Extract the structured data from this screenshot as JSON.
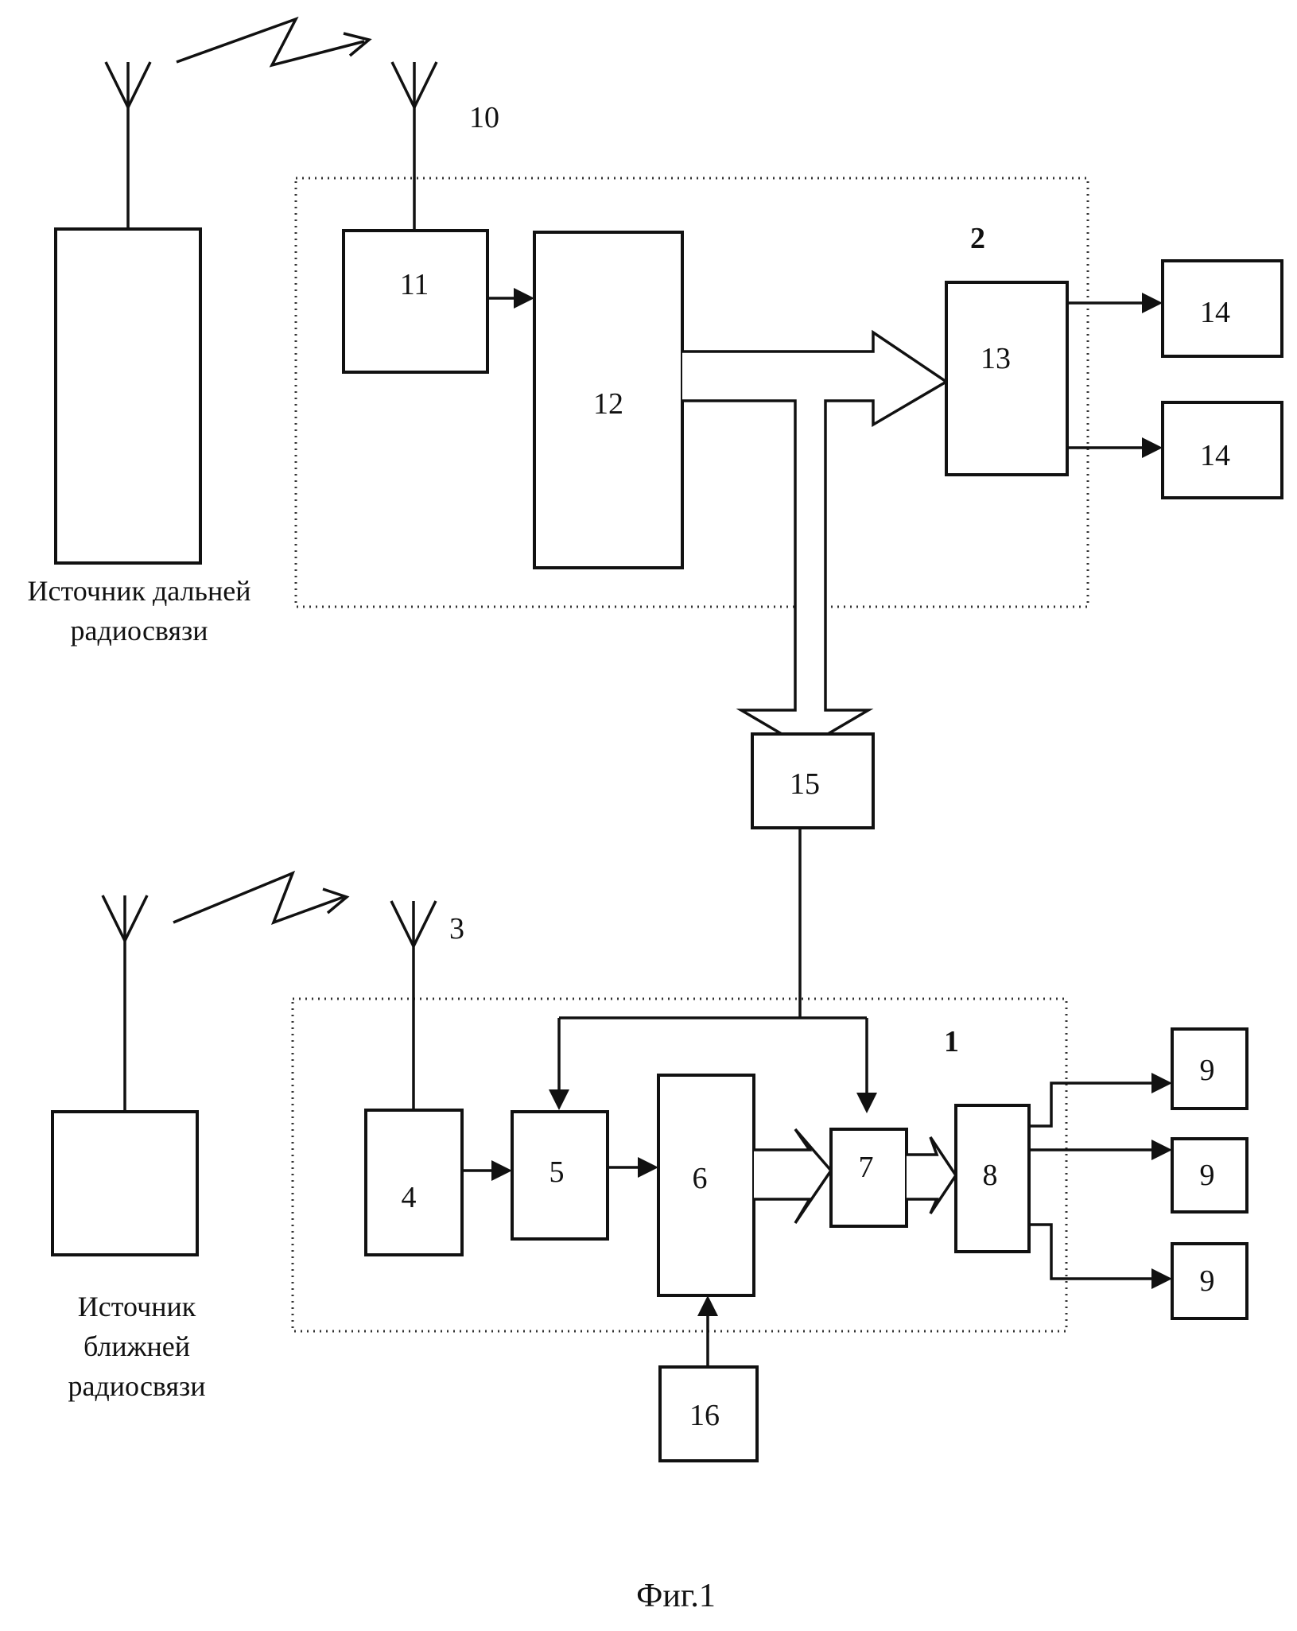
{
  "blocks": {
    "b1": "1",
    "b2": "2",
    "b3": "3",
    "b4": "4",
    "b5": "5",
    "b6": "6",
    "b7": "7",
    "b8": "8",
    "b9": "9",
    "b10": "10",
    "b11": "11",
    "b12": "12",
    "b13": "13",
    "b14": "14",
    "b15": "15",
    "b16": "16"
  },
  "captions": {
    "far_source_line1": "Источник дальней",
    "far_source_line2": "радиосвязи",
    "near_source_line1": "Источник",
    "near_source_line2": "ближней",
    "near_source_line3": "радиосвязи"
  },
  "figure_caption": "Фиг.1"
}
